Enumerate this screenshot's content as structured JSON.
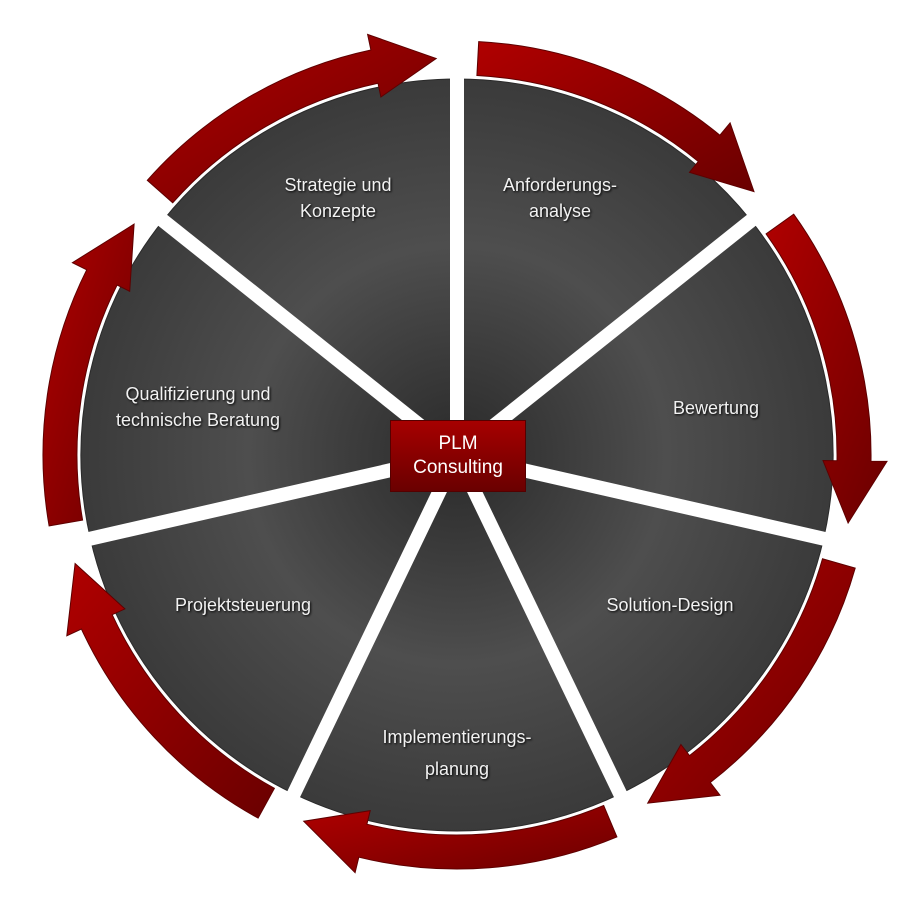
{
  "center": {
    "line1": "PLM",
    "line2": "Consulting"
  },
  "segments": [
    {
      "line1": "Anforderungs-",
      "line2": "analyse"
    },
    {
      "line1": "Bewertung",
      "line2": ""
    },
    {
      "line1": "Solution-Design",
      "line2": ""
    },
    {
      "line1": "Implementierungs-",
      "line2": "planung"
    },
    {
      "line1": "Projektsteuerung",
      "line2": ""
    },
    {
      "line1": "Qualifizierung und",
      "line2": "technische Beratung"
    },
    {
      "line1": "Strategie und",
      "line2": "Konzepte"
    }
  ],
  "colors": {
    "segment": "#4a4a4a",
    "arrow": "#a00000",
    "arrow_dark": "#5e0000",
    "gap": "#ffffff"
  }
}
